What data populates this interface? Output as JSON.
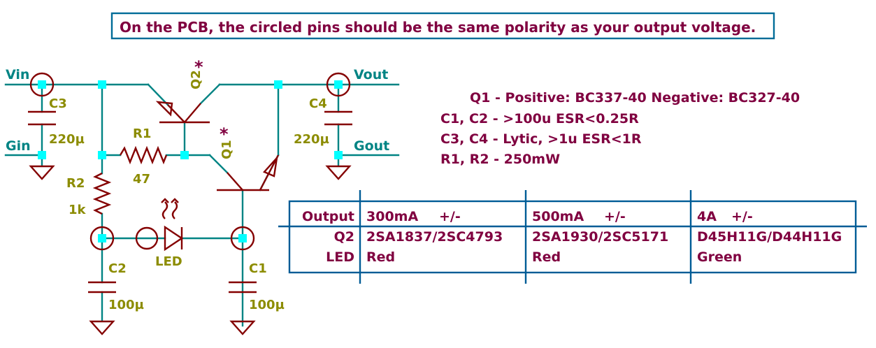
{
  "banner": "On the PCB, the circled pins should be the same polarity as your output voltage.",
  "nets": {
    "vin": "Vin",
    "gin": "Gin",
    "vout": "Vout",
    "gout": "Gout"
  },
  "components": {
    "c3_ref": "C3",
    "c3_val": "220µ",
    "c4_ref": "C4",
    "c4_val": "220µ",
    "r1_ref": "R1",
    "r1_val": "47",
    "r2_ref": "R2",
    "r2_val": "1k",
    "q2_ref": "Q2",
    "q2_star": "*",
    "q1_ref": "Q1",
    "q1_star": "*",
    "led_ref": "LED",
    "c2_ref": "C2",
    "c2_val": "100µ",
    "c1_ref": "C1",
    "c1_val": "100µ"
  },
  "notes": [
    "Q1 - Positive: BC337-40 Negative: BC327-40",
    "C1, C2 - >100u ESR<0.25R",
    "C3, C4 - Lytic, >1u ESR<1R",
    "R1, R2 - 250mW"
  ],
  "table": {
    "headers": [
      "Output",
      "300mA",
      "+/-",
      "500mA",
      "+/-",
      "4A",
      "+/-"
    ],
    "rows": [
      {
        "label": "Q2",
        "c1": "2SA1837/2SC4793",
        "c2": "2SA1930/2SC5171",
        "c3": "D45H11G/D44H11G"
      },
      {
        "label": "LED",
        "c1": "Red",
        "c2": "Red",
        "c3": "Green"
      }
    ]
  },
  "colors": {
    "wire": "#008484",
    "symbol": "#840000",
    "junction": "#00ffff",
    "reference": "#8c8c00",
    "text": "#800040"
  }
}
